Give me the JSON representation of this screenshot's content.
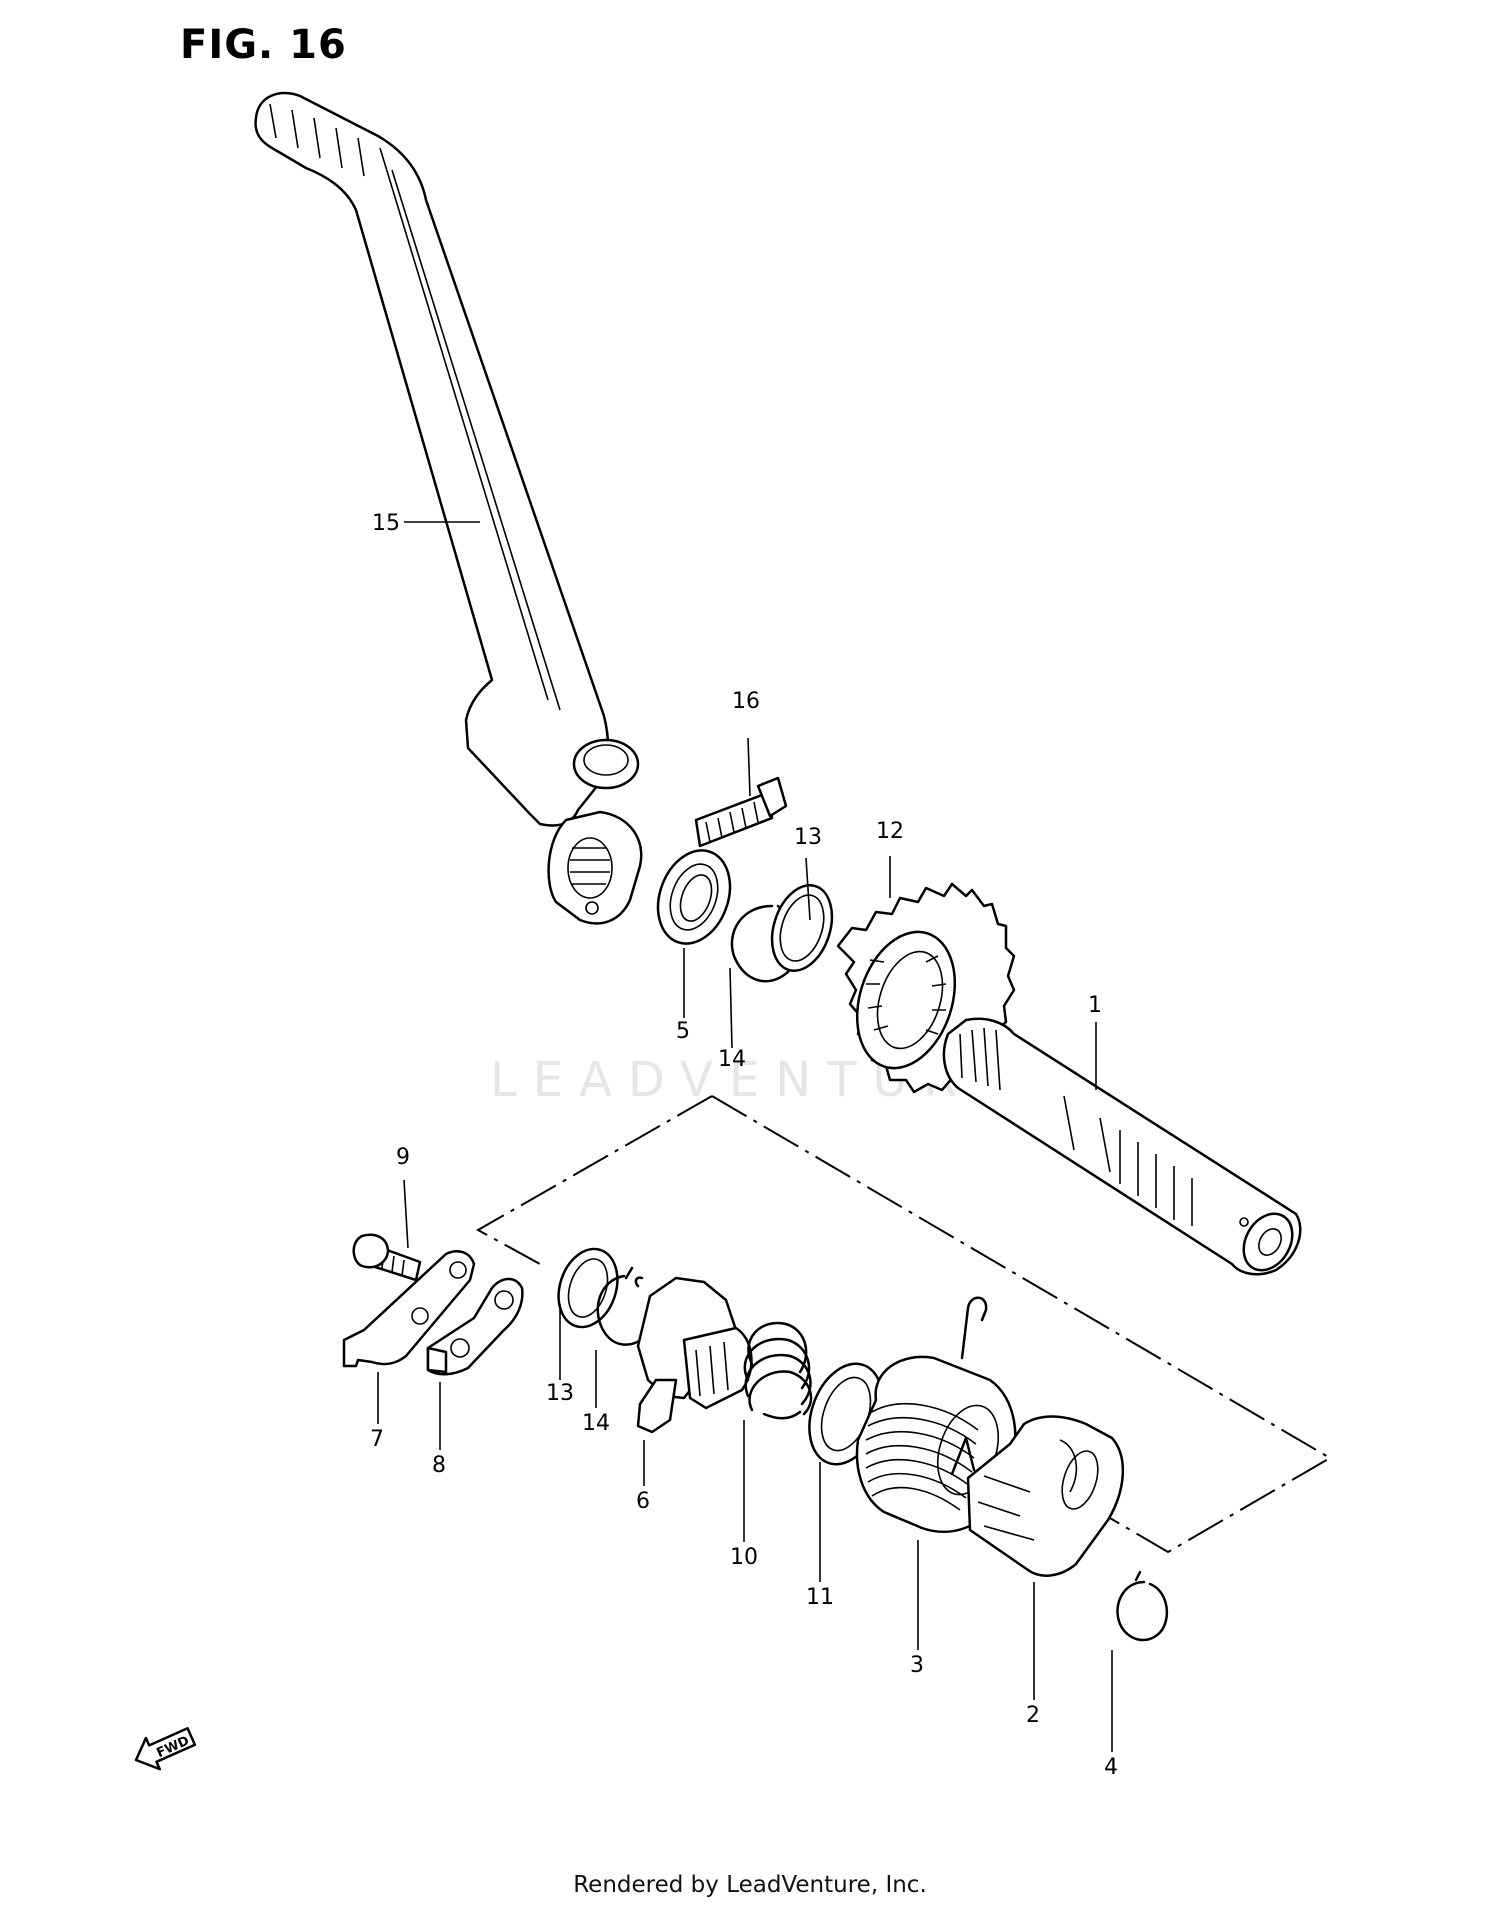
{
  "figure": {
    "title": "FIG. 16",
    "watermark": "LEADVENTURE",
    "footer": "Rendered by LeadVenture, Inc.",
    "fwd_label": "FWD"
  },
  "callouts": [
    "15",
    "16",
    "13",
    "12",
    "5",
    "14",
    "1",
    "9",
    "7",
    "8",
    "13",
    "14",
    "6",
    "10",
    "11",
    "3",
    "2",
    "4"
  ]
}
